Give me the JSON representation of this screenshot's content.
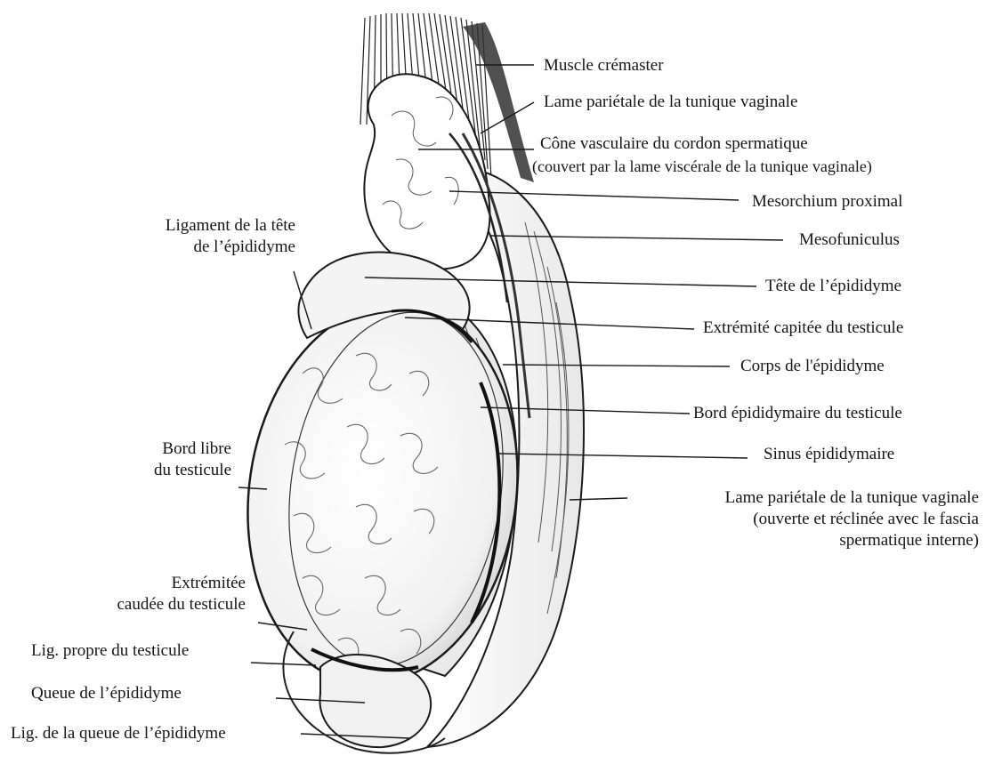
{
  "labels": {
    "muscle_cremaster": "Muscle crémaster",
    "lame_parietale_top": "Lame pariétale de la tunique vaginale",
    "cone_vasculaire": "Cône vasculaire du cordon spermatique",
    "cone_vasculaire_note": "(couvert par la lame viscérale de la tunique vaginale)",
    "mesorchium": "Mesorchium proximal",
    "mesofuniculus": "Mesofuniculus",
    "tete_epididyme": "Tête de l’épididyme",
    "extremite_capitee": "Extrémité capitée du testicule",
    "corps_epididyme": "Corps de l'épididyme",
    "bord_epididymaire": "Bord épididymaire du testicule",
    "sinus_epididymaire": "Sinus épididymaire",
    "lame_parietale_open_1": "Lame pariétale de la tunique vaginale",
    "lame_parietale_open_2": "(ouverte et réclinée avec le fascia",
    "lame_parietale_open_3": "spermatique interne)",
    "ligament_tete_1": "Ligament de la tête",
    "ligament_tete_2": "de l’épididyme",
    "bord_libre_1": "Bord libre",
    "bord_libre_2": "du testicule",
    "extremite_caudee_1": "Extrémitée",
    "extremite_caudee_2": "caudée du testicule",
    "lig_propre": "Lig. propre du testicule",
    "queue_epididyme": "Queue de l’épididyme",
    "lig_queue": "Lig. de la queue de l’épididyme"
  },
  "colors": {
    "ink": "#1a1a1a",
    "background": "#ffffff"
  }
}
